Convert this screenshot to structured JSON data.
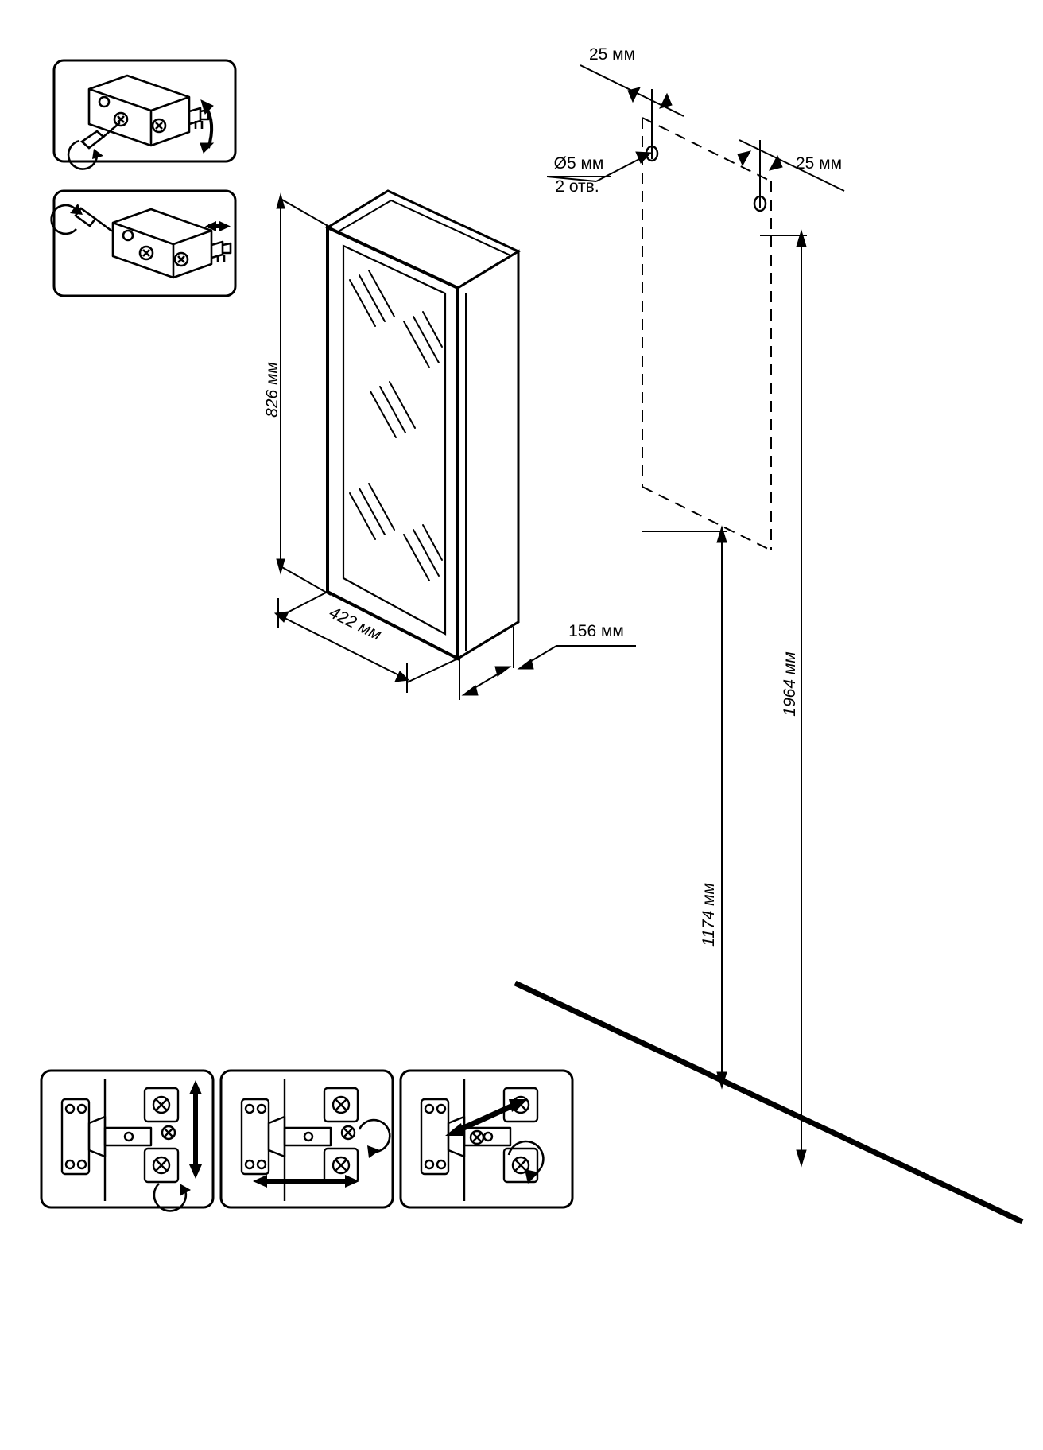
{
  "document": {
    "title": "Mirror cabinet wall-mounting assembly diagram",
    "units": "мм",
    "line_color": "#000000",
    "background": "#ffffff"
  },
  "product_dimensions": {
    "height": {
      "label": "826 мм",
      "value": 826,
      "unit": "мм",
      "orientation": "vertical"
    },
    "width": {
      "label": "422 мм",
      "value": 422,
      "unit": "мм",
      "orientation": "horizontal"
    },
    "depth": {
      "label": "156 мм",
      "value": 156,
      "unit": "мм",
      "orientation": "oblique"
    }
  },
  "wall_layout": {
    "hole_diameter": {
      "label": "Ø5 мм",
      "value": 5,
      "unit": "мм"
    },
    "hole_count": {
      "label": "2 отв.",
      "value": 2
    },
    "offset_left": {
      "label": "25 мм",
      "value": 25,
      "unit": "мм"
    },
    "offset_right": {
      "label": "25 мм",
      "value": 25,
      "unit": "мм"
    },
    "height_lower": {
      "label": "1174 мм",
      "value": 1174,
      "unit": "мм"
    },
    "height_upper": {
      "label": "1964 мм",
      "value": 1964,
      "unit": "мм"
    }
  },
  "detail_panels": {
    "top": [
      {
        "id": "bracket-tilt-adjust",
        "icon": "wall-bracket-screwdriver-icon",
        "motion": "vertical-tilt-arrow"
      },
      {
        "id": "bracket-depth-adjust",
        "icon": "wall-bracket-screwdriver-icon",
        "motion": "horizontal-slide-arrow"
      }
    ],
    "bottom": [
      {
        "id": "hinge-height-adjust",
        "icon": "cabinet-hinge-icon",
        "motion": "vertical-double-arrow"
      },
      {
        "id": "hinge-depth-adjust",
        "icon": "cabinet-hinge-icon",
        "motion": "horizontal-double-arrow"
      },
      {
        "id": "hinge-lateral-adjust",
        "icon": "cabinet-hinge-icon",
        "motion": "diagonal-double-arrow"
      }
    ]
  }
}
